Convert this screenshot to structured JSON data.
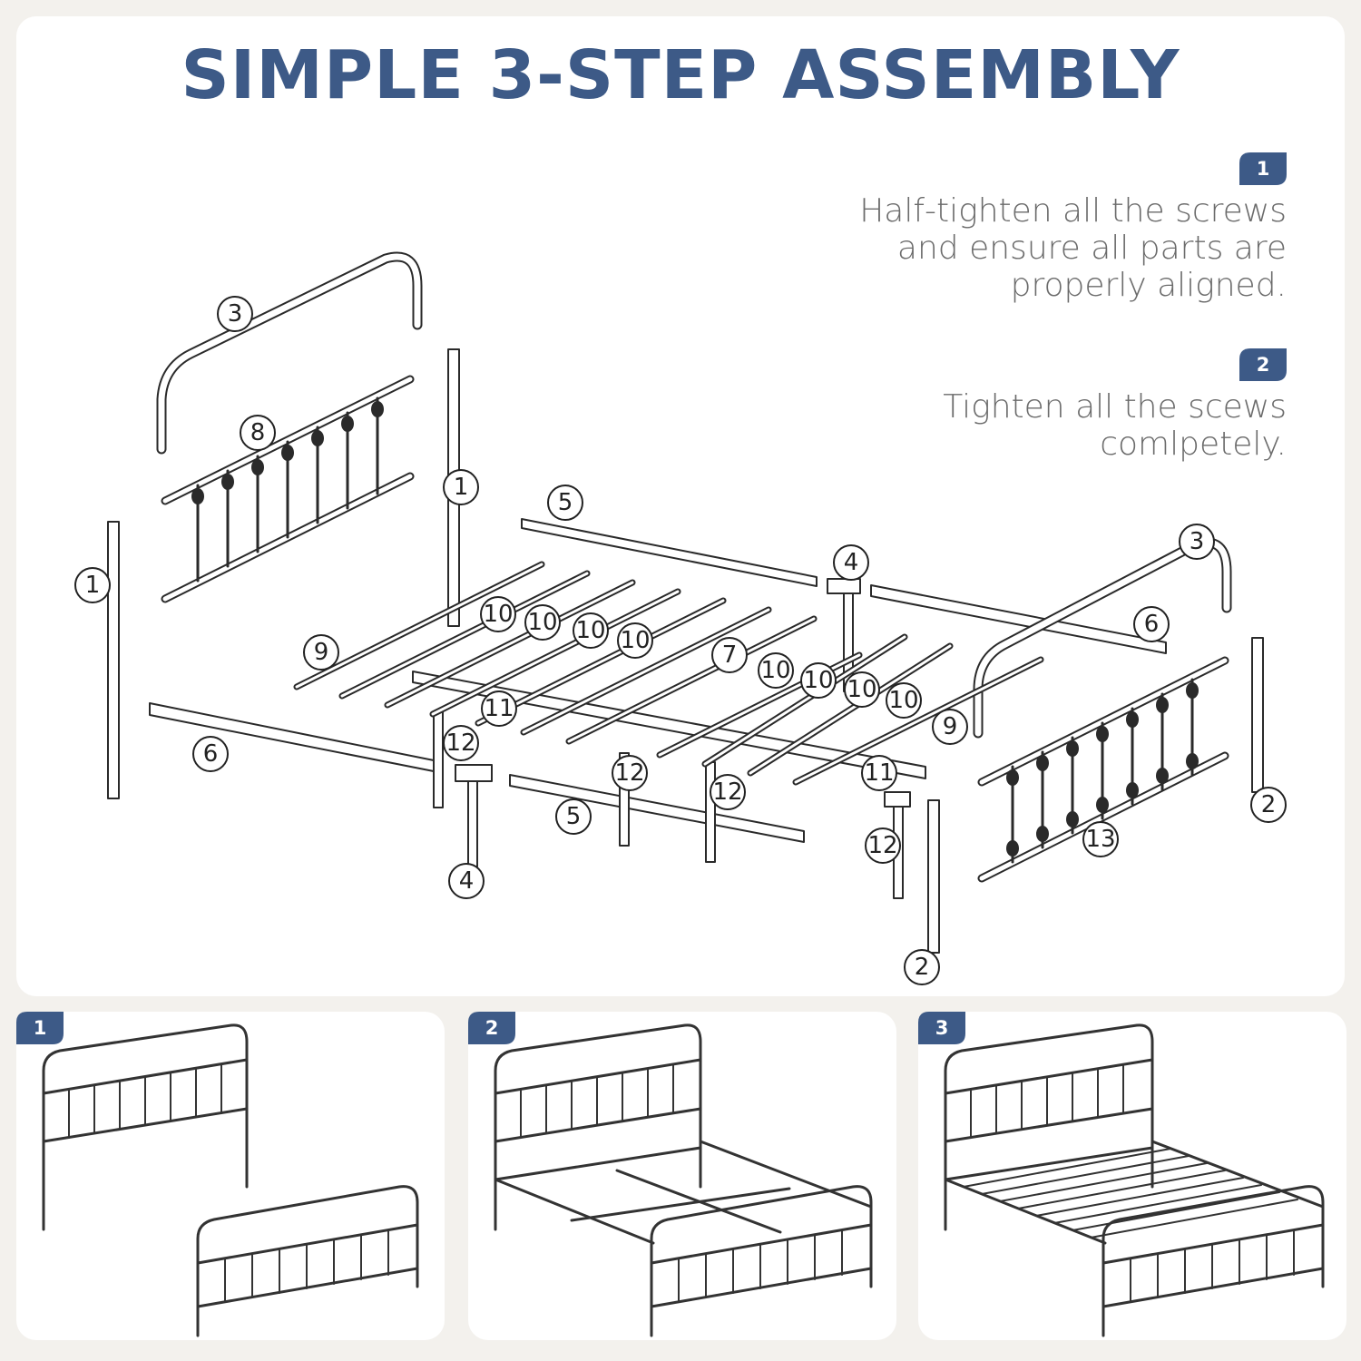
{
  "title": "SIMPLE 3-STEP ASSEMBLY",
  "accent_color": "#3d5a87",
  "instructions": [
    {
      "badge": "1",
      "lines": [
        "Half-tighten all the screws",
        "and ensure all parts are",
        "properly aligned."
      ]
    },
    {
      "badge": "2",
      "lines": [
        "Tighten all the scews",
        "comlpetely."
      ]
    }
  ],
  "steps": [
    {
      "badge": "1",
      "illustration": "headboard-and-footboard"
    },
    {
      "badge": "2",
      "illustration": "frame-with-center-supports"
    },
    {
      "badge": "3",
      "illustration": "complete-frame-with-slats"
    }
  ],
  "part_labels": [
    "1",
    "1",
    "2",
    "2",
    "3",
    "3",
    "4",
    "4",
    "5",
    "5",
    "6",
    "6",
    "7",
    "8",
    "9",
    "9",
    "10",
    "10",
    "10",
    "10",
    "10",
    "10",
    "10",
    "10",
    "11",
    "11",
    "12",
    "12",
    "12",
    "12",
    "13"
  ]
}
